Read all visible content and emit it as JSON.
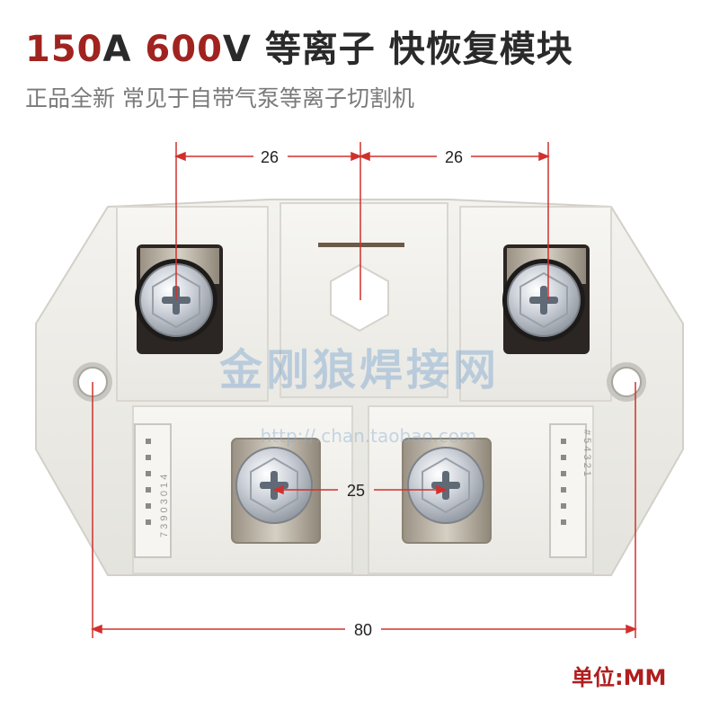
{
  "header": {
    "title_part1": "150",
    "title_part2": "A",
    "title_part3": "600",
    "title_part4": "V",
    "title_rest": "等离子 快恢复模块",
    "subtitle": "正品全新 常见于自带气泵等离子切割机"
  },
  "dimensions": {
    "left_top": "26",
    "right_top": "26",
    "middle": "25",
    "bottom": "80",
    "unit_label": "单位:MM"
  },
  "watermark": {
    "brand": "金刚狼焊接网",
    "url": "http://.chan.taobao.com"
  },
  "module": {
    "left_pin_code": "7 3 9 0 3 0 1 4",
    "right_pin_code": "# 5 4 3 2 1"
  },
  "colors": {
    "title_red": "#a0231f",
    "dimension_line": "#d0312d",
    "module_body": "#ecebe6",
    "unit_text": "#b01e1e"
  }
}
